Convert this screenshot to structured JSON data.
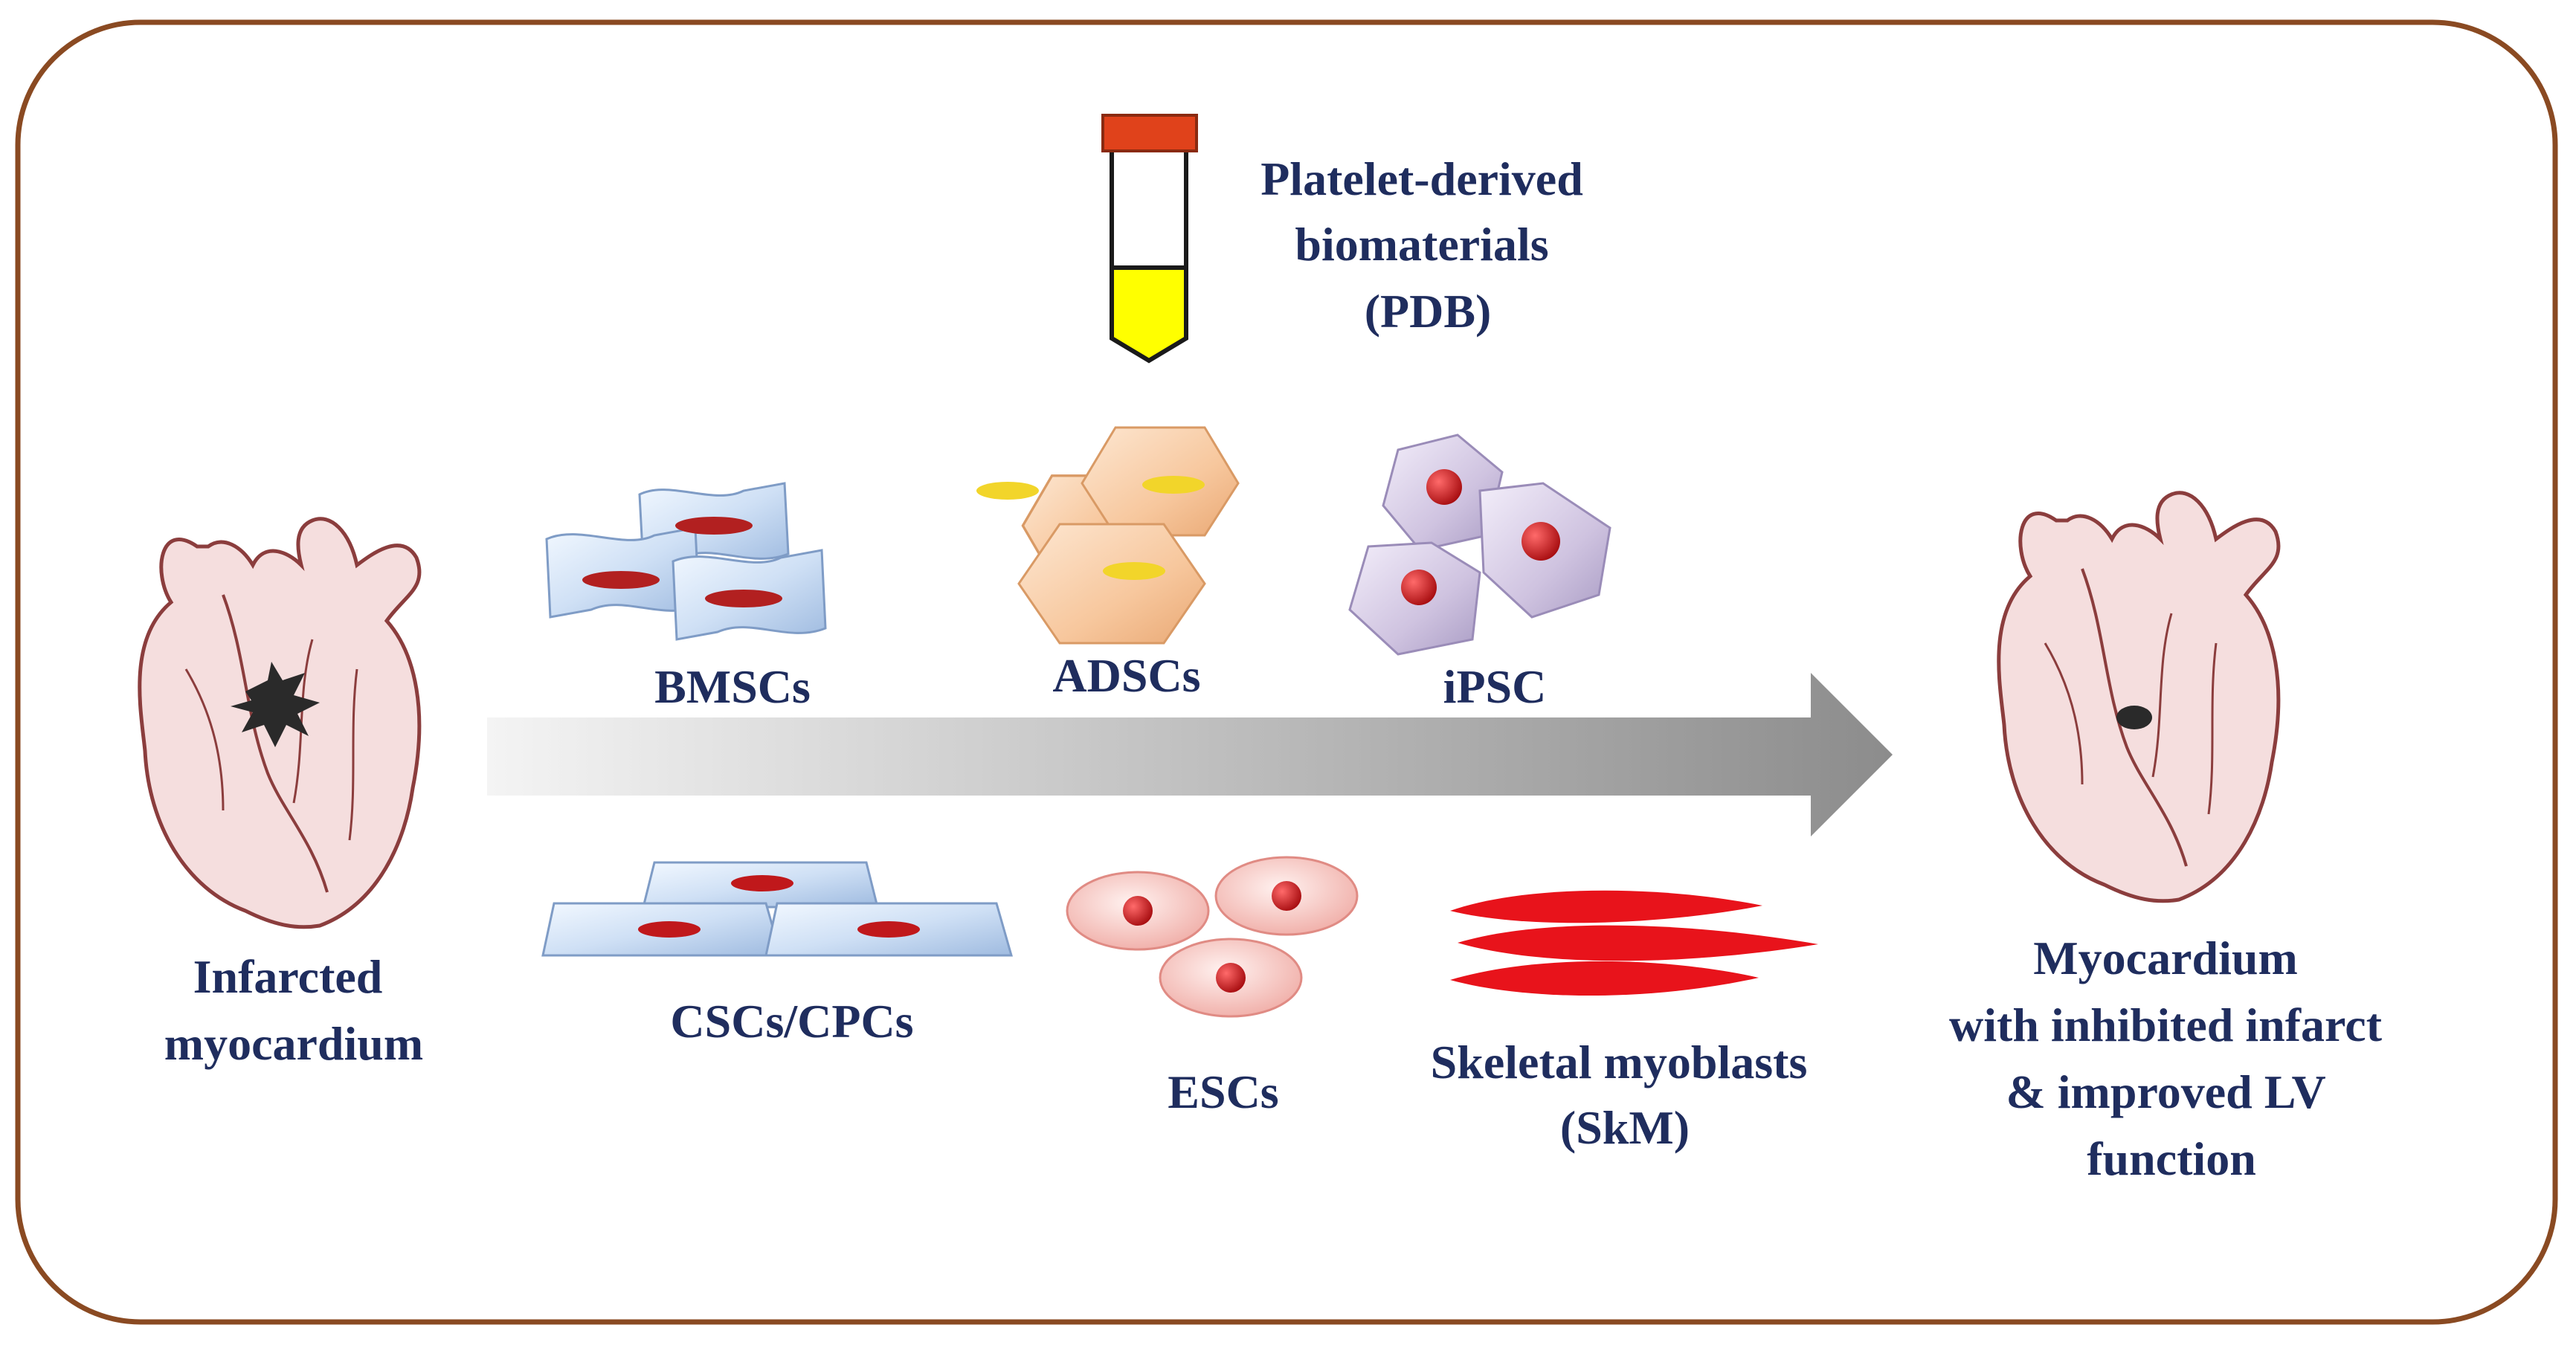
{
  "colors": {
    "frame": "#8a4a22",
    "text": "#1f2d5e",
    "arrow_light": "#f2f2f2",
    "arrow_dark": "#8c8c8c",
    "nucleus_red": "#c0181b",
    "nucleus_yellow": "#f2d52a",
    "tube_cap": "#e0421b",
    "tube_fluid": "#ffff00"
  },
  "labels": {
    "pdb": [
      "Platelet-derived",
      "biomaterials",
      "(PDB)"
    ],
    "bmscs": "BMSCs",
    "adscs": "ADSCs",
    "ipsc": "iPSC",
    "cscs": "CSCs/CPCs",
    "escs": "ESCs",
    "skm": [
      "Skeletal myoblasts",
      "(SkM)"
    ],
    "infarcted": [
      "Infarcted",
      "myocardium"
    ],
    "outcome": [
      "Myocardium",
      "with inhibited infarct",
      "& improved LV",
      "function"
    ]
  },
  "icons": {
    "tube": "test-tube-icon",
    "heart_before": "infarcted-heart-icon",
    "heart_after": "healed-heart-icon",
    "arrow": "process-arrow"
  }
}
